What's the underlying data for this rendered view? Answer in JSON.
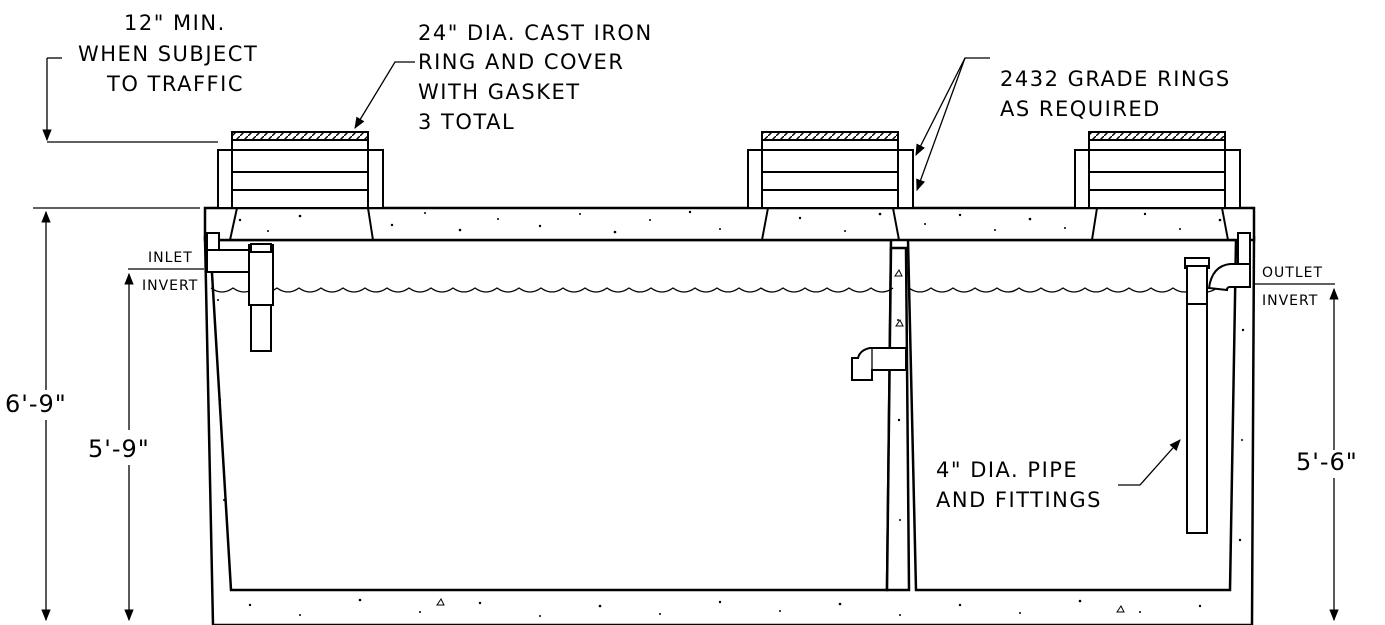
{
  "labels": {
    "traffic_min": [
      "12\" MIN.",
      "WHEN SUBJECT",
      "TO TRAFFIC"
    ],
    "ring_cover": [
      "24\" DIA. CAST IRON",
      "RING AND COVER",
      "WITH GASKET",
      "3 TOTAL"
    ],
    "grade_rings": [
      "2432 GRADE RINGS",
      "AS REQUIRED"
    ],
    "pipe_fittings": [
      "4\" DIA. PIPE",
      "AND FITTINGS"
    ],
    "inlet": "INLET",
    "inlet_invert": "INVERT",
    "outlet": "OUTLET",
    "outlet_invert": "INVERT"
  },
  "dimensions": {
    "overall_height": "6'-9\"",
    "inlet_height": "5'-9\"",
    "outlet_height": "5'-6\""
  }
}
